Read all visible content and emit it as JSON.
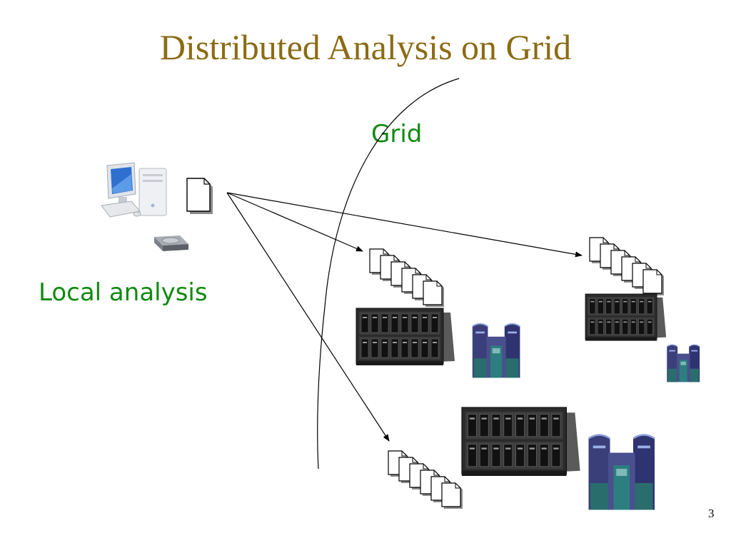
{
  "slide": {
    "title": "Distributed Analysis on Grid",
    "page_number": "3"
  },
  "labels": {
    "grid": "Grid",
    "local_analysis": "Local analysis"
  },
  "colors": {
    "title": "#8B6B14",
    "label": "#108A10"
  },
  "icons": [
    "desktop-computer-icon",
    "document-icon",
    "hard-drive-icon",
    "document-stack-icon",
    "blade-server-icon",
    "supercomputer-icon"
  ]
}
